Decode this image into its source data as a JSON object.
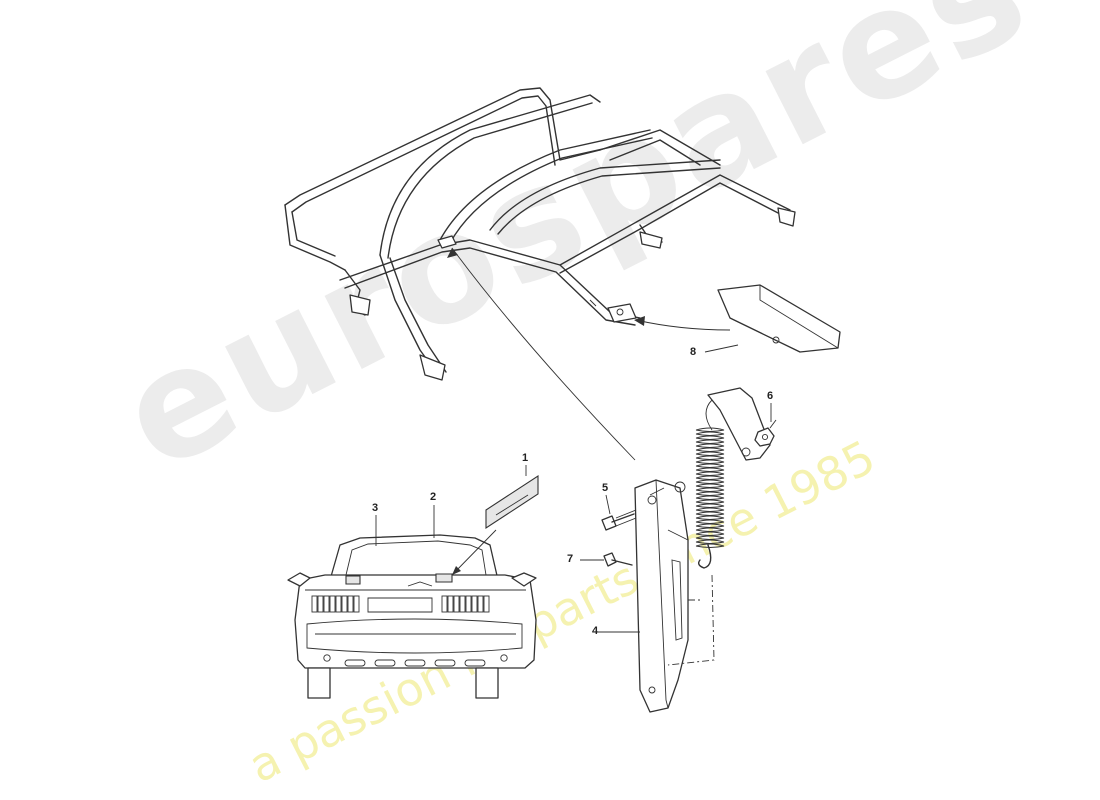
{
  "watermark": {
    "brand": "eurospares",
    "tagline": "a passion for parts since 1985"
  },
  "callouts": [
    {
      "id": "1",
      "label": "1"
    },
    {
      "id": "2",
      "label": "2"
    },
    {
      "id": "3",
      "label": "3"
    },
    {
      "id": "4",
      "label": "4"
    },
    {
      "id": "5",
      "label": "5"
    },
    {
      "id": "6",
      "label": "6"
    },
    {
      "id": "7",
      "label": "7"
    },
    {
      "id": "8",
      "label": "8"
    }
  ],
  "icons": [
    "hood-frame-drawing",
    "car-rear-view-drawing",
    "mounting-bracket-drawing",
    "tension-spring-drawing",
    "cover-plate-drawing"
  ]
}
